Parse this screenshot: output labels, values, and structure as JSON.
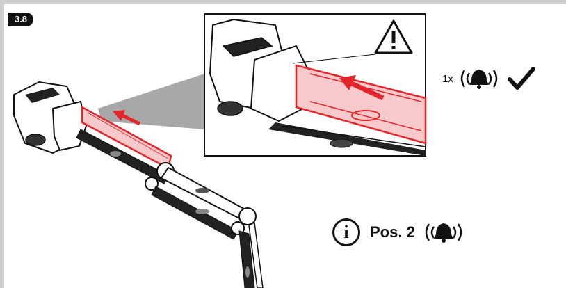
{
  "step": {
    "number": "3.8"
  },
  "feedback": {
    "count_label": "1x",
    "sound_icon": "bell-ringing-icon",
    "confirm_icon": "checkmark-icon"
  },
  "position_note": {
    "info_icon": "info-icon",
    "label": "Pos. 2",
    "sound_icon": "bell-ringing-icon"
  },
  "zoom_callout": {
    "warning_icon": "warning-triangle-icon"
  },
  "colors": {
    "accent": "#e3262c",
    "ink": "#111111",
    "frame": "#cfcfcf",
    "callout_cone": "#a8a8a8"
  }
}
